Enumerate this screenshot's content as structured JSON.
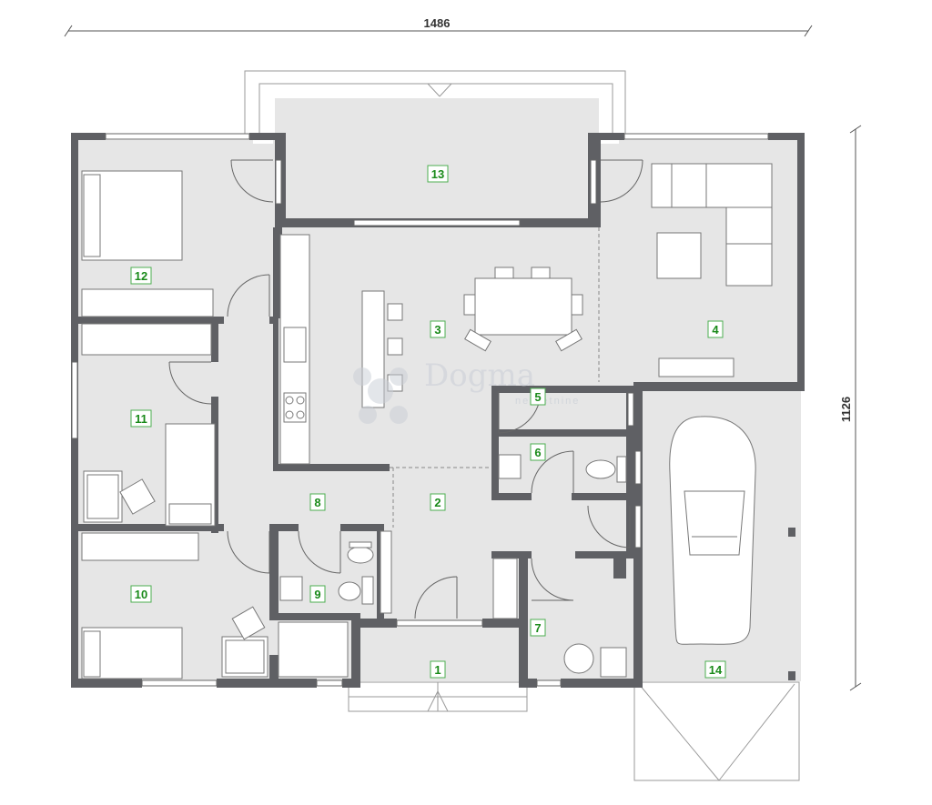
{
  "dimensions": {
    "width_label": "1486",
    "depth_label": "1126"
  },
  "rooms": [
    {
      "id": "1",
      "label": "1"
    },
    {
      "id": "2",
      "label": "2"
    },
    {
      "id": "3",
      "label": "3"
    },
    {
      "id": "4",
      "label": "4"
    },
    {
      "id": "5",
      "label": "5"
    },
    {
      "id": "6",
      "label": "6"
    },
    {
      "id": "7",
      "label": "7"
    },
    {
      "id": "8",
      "label": "8"
    },
    {
      "id": "9",
      "label": "9"
    },
    {
      "id": "10",
      "label": "10"
    },
    {
      "id": "11",
      "label": "11"
    },
    {
      "id": "12",
      "label": "12"
    },
    {
      "id": "13",
      "label": "13"
    },
    {
      "id": "14",
      "label": "14"
    }
  ],
  "watermark": {
    "brand": "Dogma",
    "tagline": "nekretnine"
  },
  "colors": {
    "wall": "#5f6064",
    "floor": "#e6e6e6",
    "outdoor": "#ffffff",
    "label": "#1a8a1a",
    "label_border": "#4caf50"
  }
}
